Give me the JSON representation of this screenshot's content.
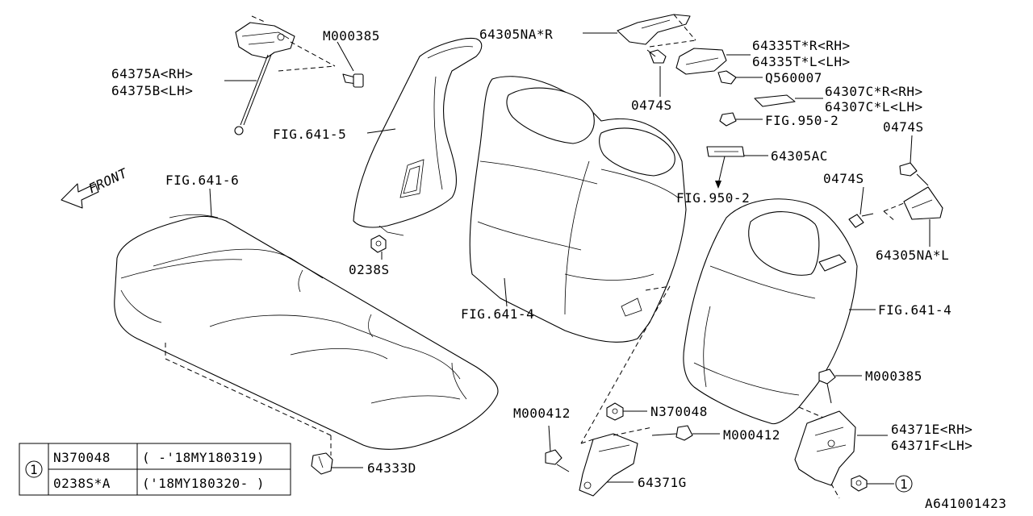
{
  "diagram_code": "A641001423",
  "front_label": "FRONT",
  "callouts": {
    "p64375a": "64375A<RH>",
    "p64375b": "64375B<LH>",
    "m000385_top": "M000385",
    "fig641_5": "FIG.641-5",
    "fig641_6": "FIG.641-6",
    "p0238s": "0238S",
    "fig641_4_mid": "FIG.641-4",
    "p64305na_r": "64305NA*R",
    "p0474s_top": "0474S",
    "p64335t_r": "64335T*R<RH>",
    "p64335t_l": "64335T*L<LH>",
    "q560007": "Q560007",
    "p64307c_r": "64307C*R<RH>",
    "p64307c_l": "64307C*L<LH>",
    "fig950_2_top": "FIG.950-2",
    "p64305ac": "64305AC",
    "fig950_2_bottom": "FIG.950-2",
    "p0474s_right_top": "0474S",
    "p0474s_right": "0474S",
    "p64305na_l": "64305NA*L",
    "fig641_4_right": "FIG.641-4",
    "m000385_right": "M000385",
    "p64371e": "64371E<RH>",
    "p64371f": "64371F<LH>",
    "m000412_left": "M000412",
    "n370048": "N370048",
    "m000412_right": "M000412",
    "p64371g": "64371G",
    "p64333d": "64333D",
    "ref_marker": "1"
  },
  "footnote_table": {
    "marker": "1",
    "rows": [
      {
        "part": "N370048",
        "period": "( -'18MY180319)"
      },
      {
        "part": "0238S*A",
        "period": "('18MY180320- )"
      }
    ]
  }
}
